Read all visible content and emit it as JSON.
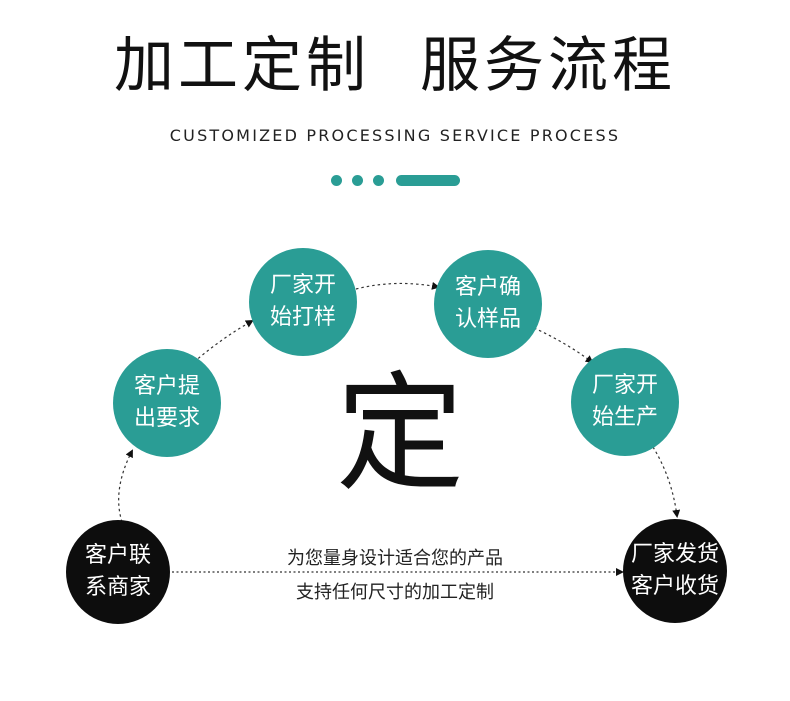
{
  "title": {
    "part1": "加工定制",
    "part2": "服务流程"
  },
  "subtitle": "CUSTOMIZED PROCESSING SERVICE PROCESS",
  "colors": {
    "accent": "#2a9d95",
    "dark": "#0d0d0d"
  },
  "center_char": "定",
  "steps": [
    {
      "line1": "客户联",
      "line2": "系商家"
    },
    {
      "line1": "客户提",
      "line2": "出要求"
    },
    {
      "line1": "厂家开",
      "line2": "始打样"
    },
    {
      "line1": "客户确",
      "line2": "认样品"
    },
    {
      "line1": "厂家开",
      "line2": "始生产"
    },
    {
      "line1": "厂家发货",
      "line2": "客户收货"
    }
  ],
  "note": {
    "line1": "为您量身设计适合您的产品",
    "line2": "支持任何尺寸的加工定制"
  }
}
